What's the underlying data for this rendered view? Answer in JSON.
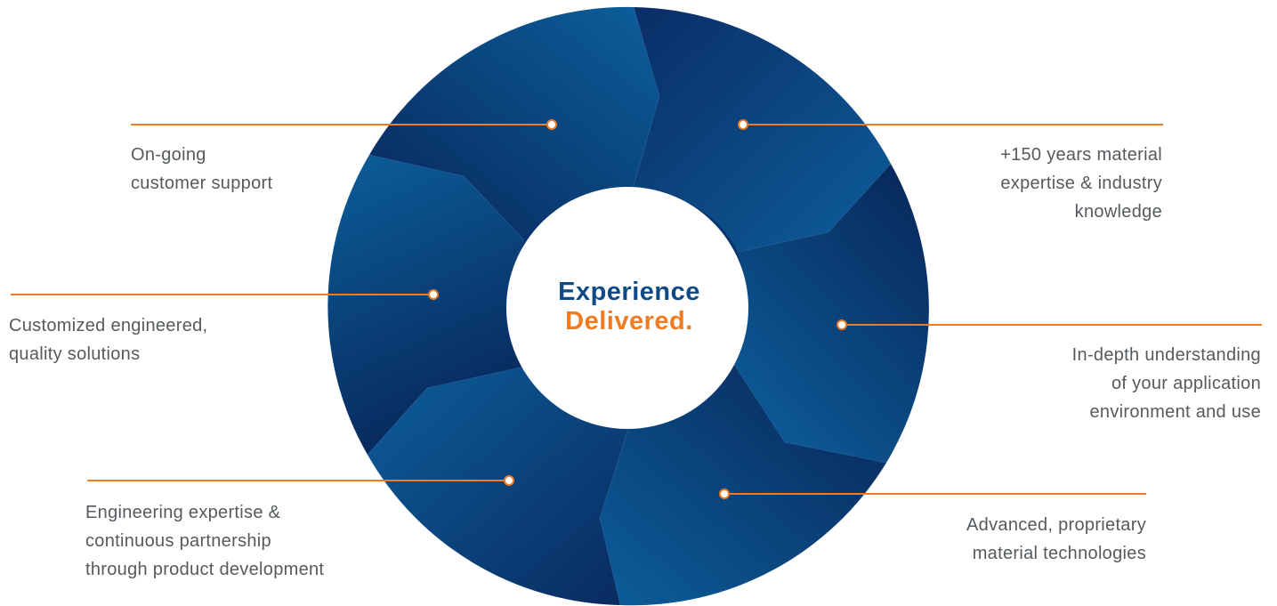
{
  "center": {
    "line1": "Experience",
    "line2": "Delivered."
  },
  "callouts": [
    {
      "id": "customer-support",
      "lines": [
        "On-going",
        "customer support"
      ]
    },
    {
      "id": "material-expertise",
      "lines": [
        "+150 years material",
        "expertise & industry",
        "knowledge"
      ]
    },
    {
      "id": "customized-solutions",
      "lines": [
        "Customized engineered,",
        "quality solutions"
      ]
    },
    {
      "id": "application-understanding",
      "lines": [
        "In-depth understanding",
        "of your application",
        "environment and use"
      ]
    },
    {
      "id": "engineering-partnership",
      "lines": [
        "Engineering expertise &",
        "continuous partnership",
        "through product development"
      ]
    },
    {
      "id": "material-technologies",
      "lines": [
        "Advanced, proprietary",
        "material technologies"
      ]
    }
  ],
  "colors": {
    "segment_dark": "#0b2a5e",
    "segment_light": "#0a5a95",
    "accent_orange": "#f07b22",
    "text_gray": "#555a5e",
    "title_blue": "#0e4a86"
  }
}
